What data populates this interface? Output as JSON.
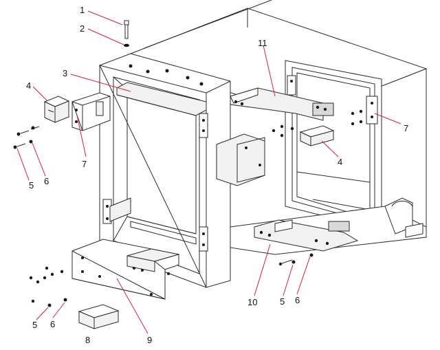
{
  "callouts": [
    {
      "id": "c1",
      "label": "1"
    },
    {
      "id": "c2",
      "label": "2"
    },
    {
      "id": "c3",
      "label": "3"
    },
    {
      "id": "c4a",
      "label": "4"
    },
    {
      "id": "c4b",
      "label": "4"
    },
    {
      "id": "c5a",
      "label": "5"
    },
    {
      "id": "c6a",
      "label": "6"
    },
    {
      "id": "c7a",
      "label": "7"
    },
    {
      "id": "c7b",
      "label": "7"
    },
    {
      "id": "c11",
      "label": "11"
    },
    {
      "id": "c10",
      "label": "10"
    },
    {
      "id": "c5b",
      "label": "5"
    },
    {
      "id": "c6b",
      "label": "6"
    },
    {
      "id": "c5c",
      "label": "5"
    },
    {
      "id": "c6c",
      "label": "6"
    },
    {
      "id": "c8",
      "label": "8"
    },
    {
      "id": "c9",
      "label": "9"
    }
  ]
}
